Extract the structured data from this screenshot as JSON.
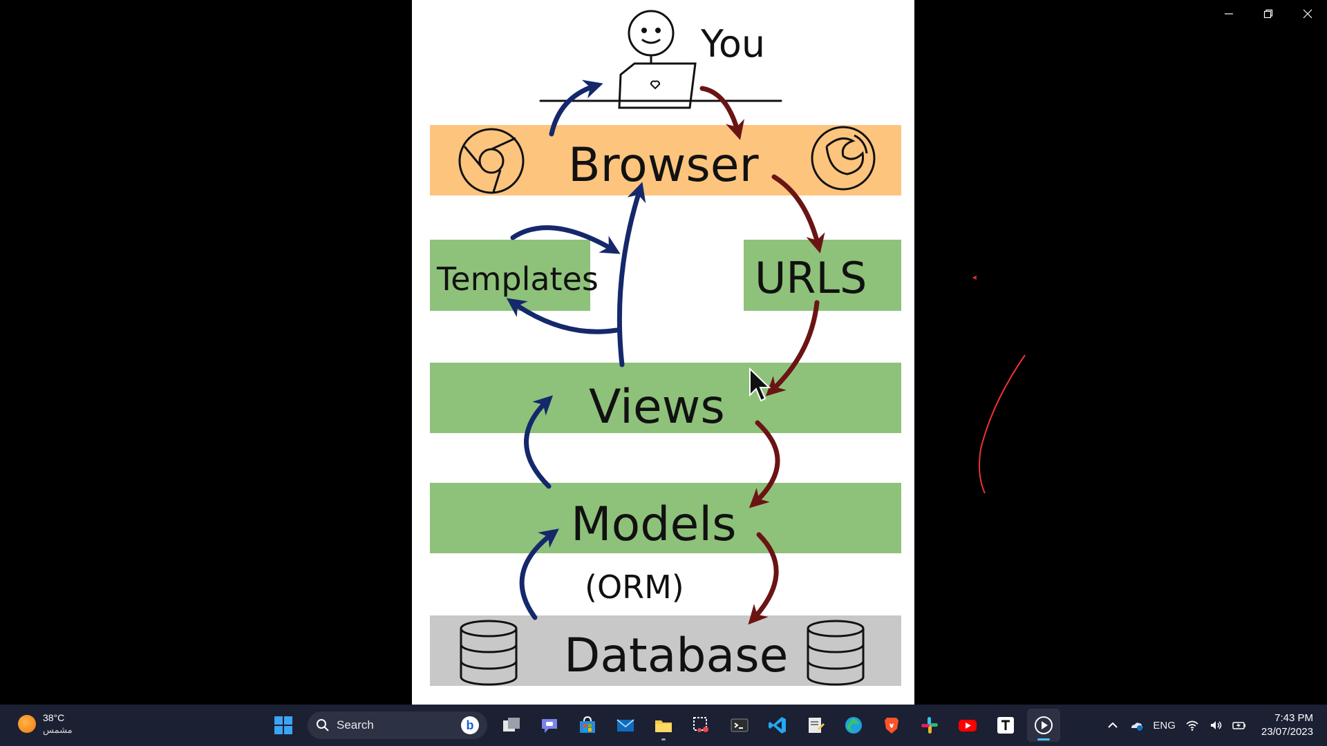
{
  "window": {
    "controls": [
      "minimize",
      "restore",
      "close"
    ]
  },
  "diagram": {
    "you_label": "You",
    "browser_label": "Browser",
    "templates_label": "Templates",
    "urls_label": "URLS",
    "views_label": "Views",
    "models_label": "Models",
    "orm_label": "(ORM)",
    "database_label": "Database",
    "colors": {
      "browser_band": "#fdc47e",
      "green_band": "#8ec27a",
      "database_band": "#c8c8c8",
      "request_arrow": "#6b1414",
      "response_arrow": "#15286b"
    }
  },
  "taskbar": {
    "weather": {
      "temp": "38°C",
      "condition": "مشمس",
      "icon": "sun-icon"
    },
    "search": {
      "placeholder": "Search",
      "icon": "search-icon"
    },
    "apps": [
      {
        "name": "start-button",
        "icon": "windows-logo-icon"
      },
      {
        "name": "task-view-button",
        "icon": "task-view-icon"
      },
      {
        "name": "teams-chat-button",
        "icon": "teams-chat-icon"
      },
      {
        "name": "microsoft-store-button",
        "icon": "store-icon"
      },
      {
        "name": "mail-button",
        "icon": "mail-icon"
      },
      {
        "name": "file-explorer-button",
        "icon": "folder-icon"
      },
      {
        "name": "snipping-tool-button",
        "icon": "snipping-tool-icon"
      },
      {
        "name": "terminal-button",
        "icon": "terminal-icon"
      },
      {
        "name": "vscode-button",
        "icon": "vscode-icon"
      },
      {
        "name": "notepad-button",
        "icon": "notepad-icon"
      },
      {
        "name": "edge-button",
        "icon": "edge-icon"
      },
      {
        "name": "brave-button",
        "icon": "brave-icon"
      },
      {
        "name": "slack-button",
        "icon": "slack-icon"
      },
      {
        "name": "youtube-button",
        "icon": "youtube-icon"
      },
      {
        "name": "typora-button",
        "icon": "t-icon"
      },
      {
        "name": "media-player-button",
        "icon": "play-icon"
      }
    ],
    "tray": {
      "language": "ENG",
      "time": "7:43 PM",
      "date": "23/07/2023"
    }
  }
}
